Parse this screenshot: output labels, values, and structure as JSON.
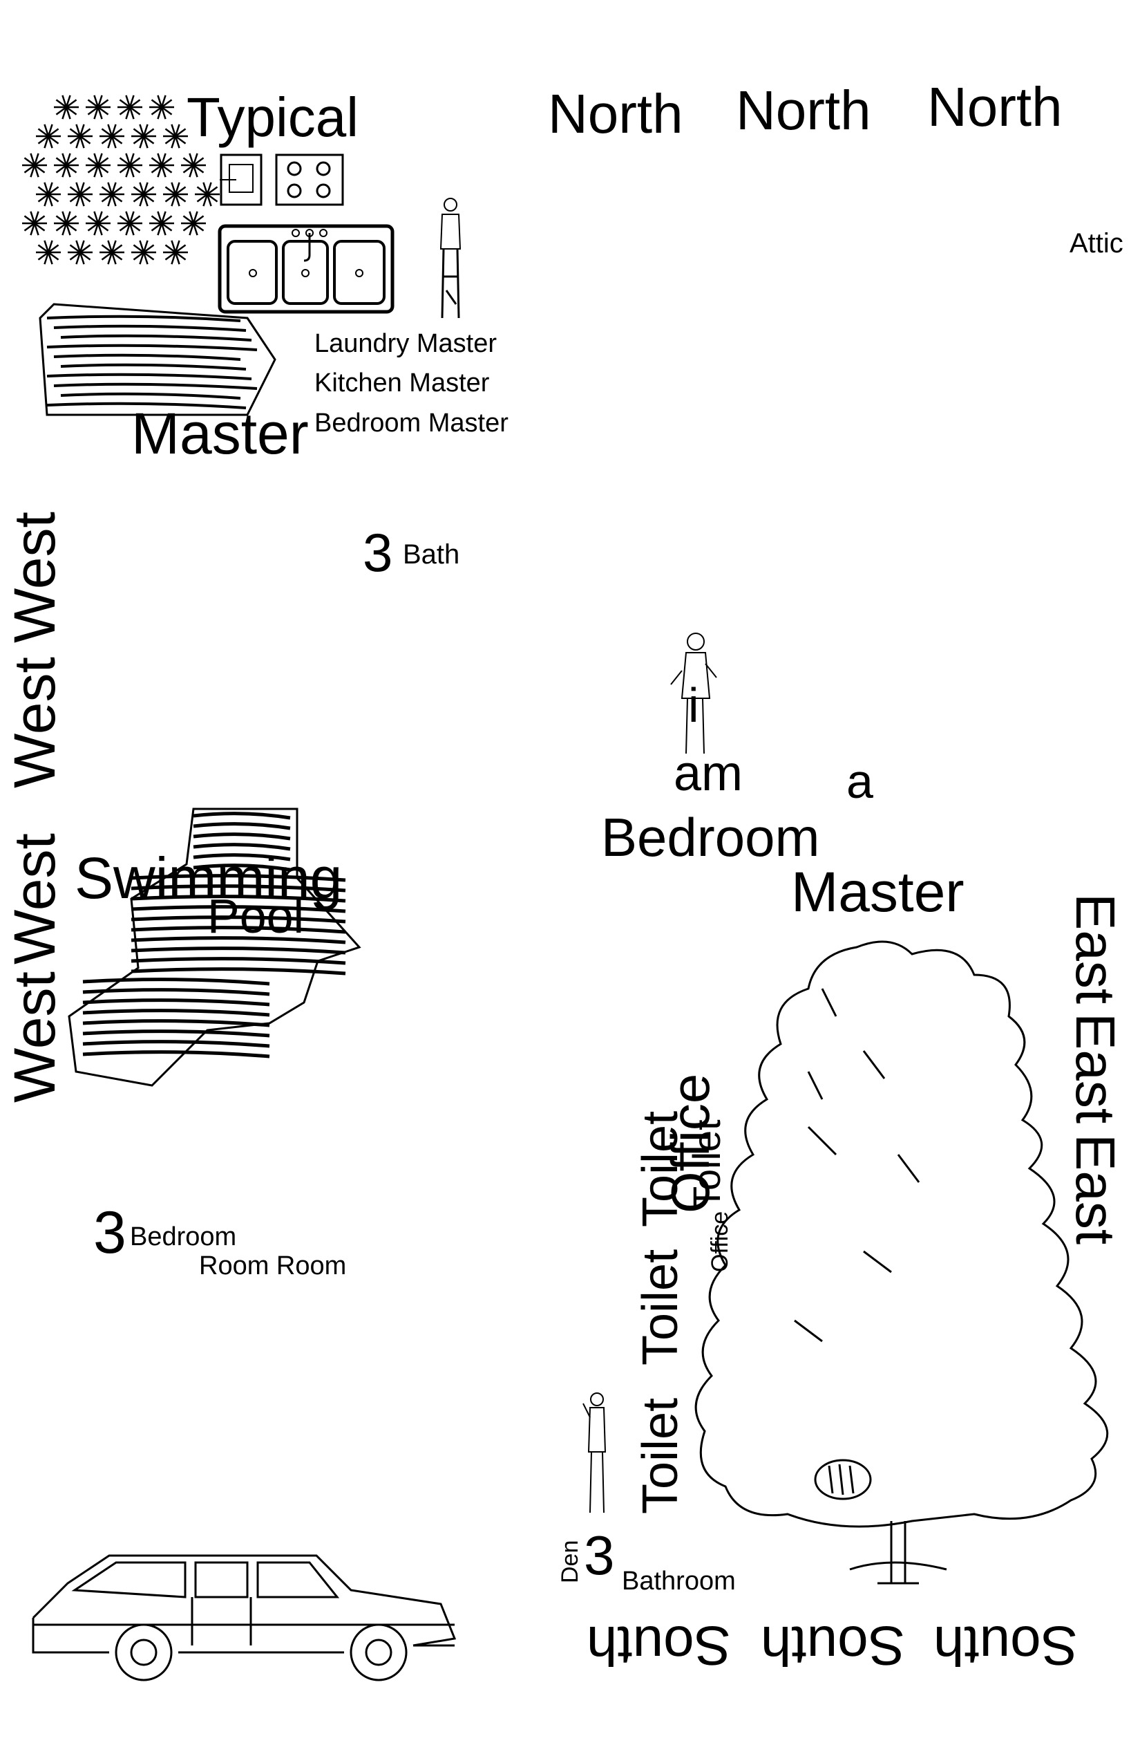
{
  "top_left": {
    "typical": "Typical",
    "master_big": "Master",
    "labels": [
      "Laundry Master",
      "Kitchen Master",
      "Bedroom Master"
    ]
  },
  "north": [
    "North",
    "North",
    "North"
  ],
  "attic": "Attic",
  "bath_number": "3",
  "bath_label": "Bath",
  "west": [
    "West",
    "West",
    "West",
    "West"
  ],
  "pool": {
    "line1": "Swimming",
    "line2": "Pool"
  },
  "bedroom_block": {
    "number": "3",
    "line1": "Bedroom",
    "line2": "Room Room"
  },
  "sentence": {
    "i": "i",
    "am": "am",
    "a": "a",
    "bedroom": "Bedroom",
    "master": "Master"
  },
  "east": [
    "East",
    "East",
    "East"
  ],
  "vertical_mid": {
    "office_big": "Office",
    "toilets": [
      "Toilet",
      "Toilet",
      "Toilet",
      "Toilet"
    ],
    "office_small": "Office"
  },
  "bottom_block": {
    "den": "Den",
    "number": "3",
    "bathroom": "Bathroom"
  },
  "south": [
    "South",
    "South",
    "South"
  ]
}
